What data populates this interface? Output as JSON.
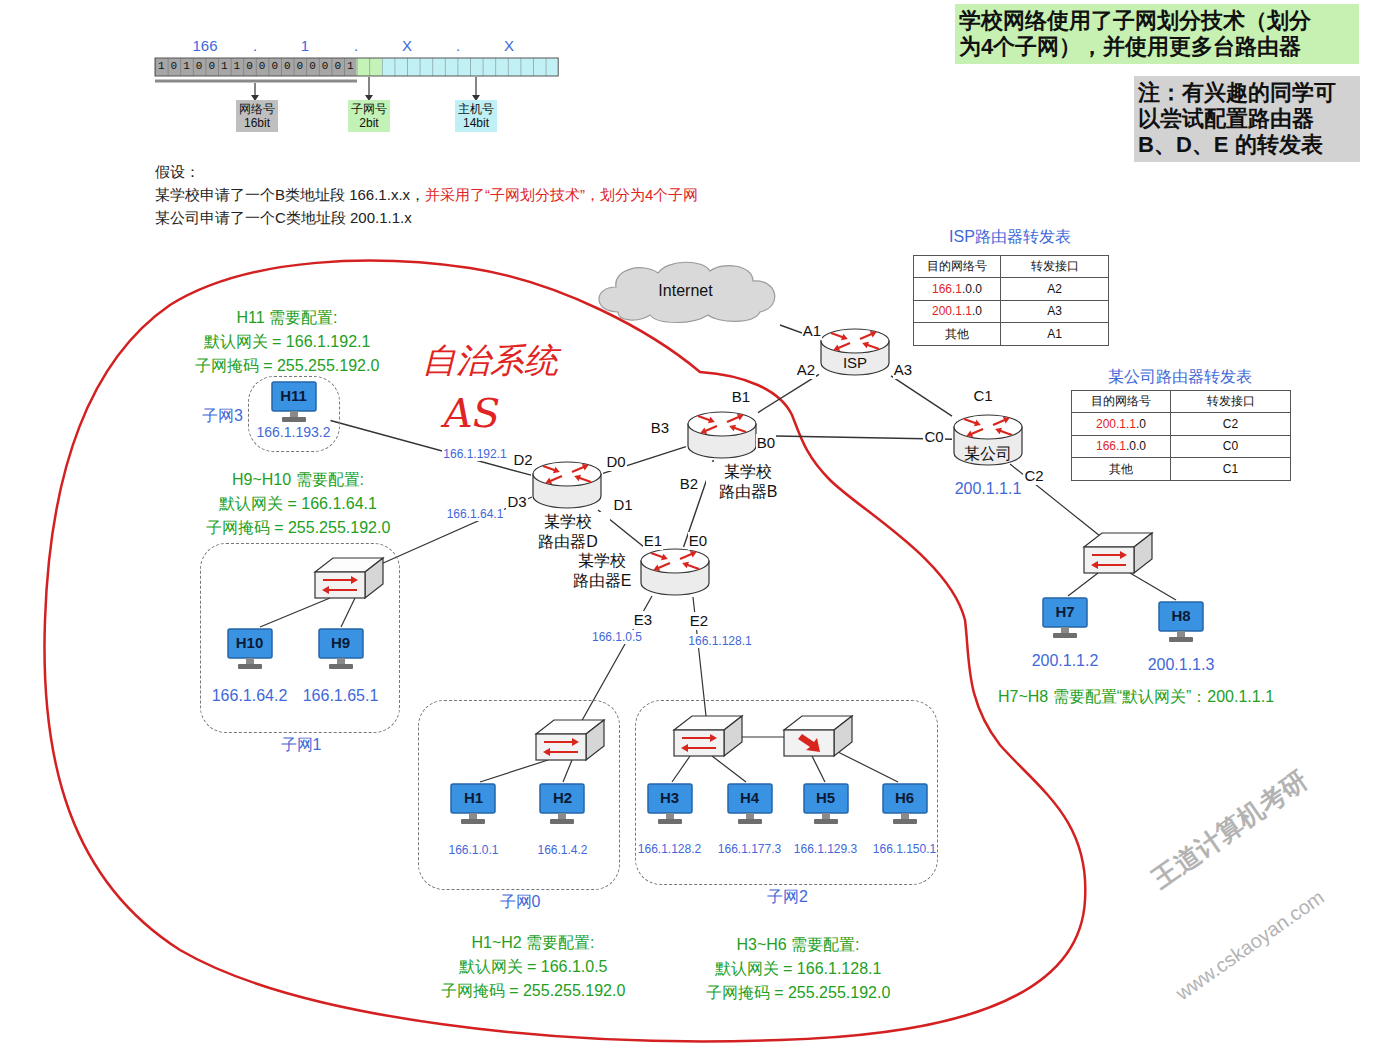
{
  "diagram": {
    "nodes": [
      {
        "text": [
          "网络号 16bit"
        ]
      },
      {
        "text": [
          "子网号 2bit"
        ]
      },
      {
        "text": [
          "主机号 14bit"
        ]
      },
      {
        "text": [
          "学校网络使用了子网划分技术（划分 为4个子网），并使用更多台路由器"
        ]
      },
      {
        "text": [
          "注：有兴趣的同学可 以尝试配置路由器 B、D、E 的转发表"
        ]
      },
      {
        "text": [
          "Internet"
        ]
      },
      {
        "text": [
          "ISP"
        ]
      },
      {
        "text": [
          "某学校 路由器B"
        ]
      },
      {
        "text": [
          "某公司"
        ]
      },
      {
        "text": [
          "某学校 路由器D"
        ]
      },
      {
        "text": [
          "某学校 路由器E"
        ]
      },
      {
        "text": [
          "子网3"
        ]
      },
      {
        "text": [
          "H11",
          "166.1.193.2"
        ],
        "in": 11
      },
      {
        "text": [
          "子网1"
        ]
      },
      {
        "text": [
          "H10",
          "166.1.64.2"
        ],
        "in": 13
      },
      {
        "text": [
          "H9",
          "166.1.65.1"
        ],
        "in": 13
      },
      {
        "text": [
          "子网0"
        ]
      },
      {
        "text": [
          "H1",
          "166.1.0.1"
        ],
        "in": 16
      },
      {
        "text": [
          "H2",
          "166.1.4.2"
        ],
        "in": 16
      },
      {
        "text": [
          "子网2"
        ]
      },
      {
        "text": [
          "H3",
          "166.1.128.2"
        ],
        "in": 19
      },
      {
        "text": [
          "H4",
          "166.1.177.3"
        ],
        "in": 19
      },
      {
        "text": [
          "H5",
          "166.1.129.3"
        ],
        "in": 19
      },
      {
        "text": [
          "H6",
          "166.1.150.1"
        ],
        "in": 19
      },
      {
        "text": [
          "H7",
          "200.1.1.2"
        ]
      },
      {
        "text": [
          "H8",
          "200.1.1.3"
        ]
      }
    ],
    "edges": [
      {
        "from": 5,
        "to": 6,
        "arrow": "none"
      },
      {
        "from": 6,
        "to": 7,
        "arrow": "none"
      },
      {
        "from": 6,
        "to": 8,
        "arrow": "none"
      },
      {
        "from": 7,
        "to": 8,
        "arrow": "none"
      },
      {
        "from": 7,
        "to": 9,
        "arrow": "none"
      },
      {
        "from": 7,
        "to": 10,
        "arrow": "none"
      },
      {
        "from": 9,
        "to": 10,
        "arrow": "none"
      },
      {
        "from": 9,
        "to": 12,
        "arrow": "none"
      }
    ],
    "labels": [
      "166",
      ".",
      "1",
      ".",
      "X",
      ".",
      "X",
      "1010011000000001",
      "假设：",
      "某学校申请了一个B类地址段 166.1.x.x，",
      "并采用了“子网划分技术”，划分为4个子网",
      "某公司申请了一个C类地址段 200.1.1.x",
      "ISP路由器转发表",
      "目的网络号",
      "转发接口",
      "166.1",
      ".0.0",
      "A2",
      "200.1.1",
      ".0",
      "A3",
      "其他",
      "A1",
      "某公司路由器转发表",
      "目的网络号",
      "转发接口",
      "200.1.1",
      ".0",
      "C2",
      "166.1",
      ".0.0",
      "C0",
      "其他",
      "C1",
      "A1",
      "A2",
      "A3",
      "B1",
      "B3",
      "B0",
      "B2",
      "C1",
      "C0",
      "C2",
      "D2",
      "D0",
      "D3",
      "D1",
      "E1",
      "E0",
      "E3",
      "E2",
      "166.1.192.1",
      "166.1.64.1",
      "166.1.0.5",
      "166.1.128.1",
      "200.1.1.1",
      "H11 需要配置:",
      "默认网关 = 166.1.192.1",
      "子网掩码 = 255.255.192.0",
      "H9~H10 需要配置:",
      "默认网关 = 166.1.64.1",
      "子网掩码 = 255.255.192.0",
      "H1~H2 需要配置:",
      "默认网关 = 166.1.0.5",
      "子网掩码 = 255.255.192.0",
      "H3~H6 需要配置:",
      "默认网关 = 166.1.128.1",
      "子网掩码 = 255.255.192.0",
      "H7~H8 需要配置“默认网关”：200.1.1.1",
      "自治系统",
      "AS",
      "王道计算机考研",
      "www.cskaoyan.com"
    ]
  }
}
